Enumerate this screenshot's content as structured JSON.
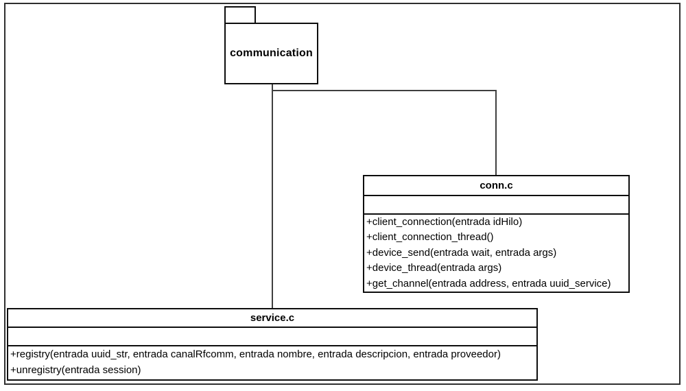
{
  "diagram": {
    "package": {
      "name": "communication"
    },
    "classes": [
      {
        "name": "conn.c",
        "attributes": [],
        "methods": [
          "+client_connection(entrada idHilo)",
          "+client_connection_thread()",
          "+device_send(entrada wait, entrada args)",
          "+device_thread(entrada args)",
          "+get_channel(entrada address, entrada uuid_service)"
        ]
      },
      {
        "name": "service.c",
        "attributes": [],
        "methods": [
          "+registry(entrada uuid_str, entrada canalRfcomm, entrada nombre, entrada descripcion, entrada proveedor)",
          "+unregistry(entrada session)"
        ]
      }
    ],
    "colors": {
      "box_border": "#0d0d0d",
      "connector": "#3f3f3f",
      "background": "#ffffff",
      "text": "#000000"
    }
  }
}
